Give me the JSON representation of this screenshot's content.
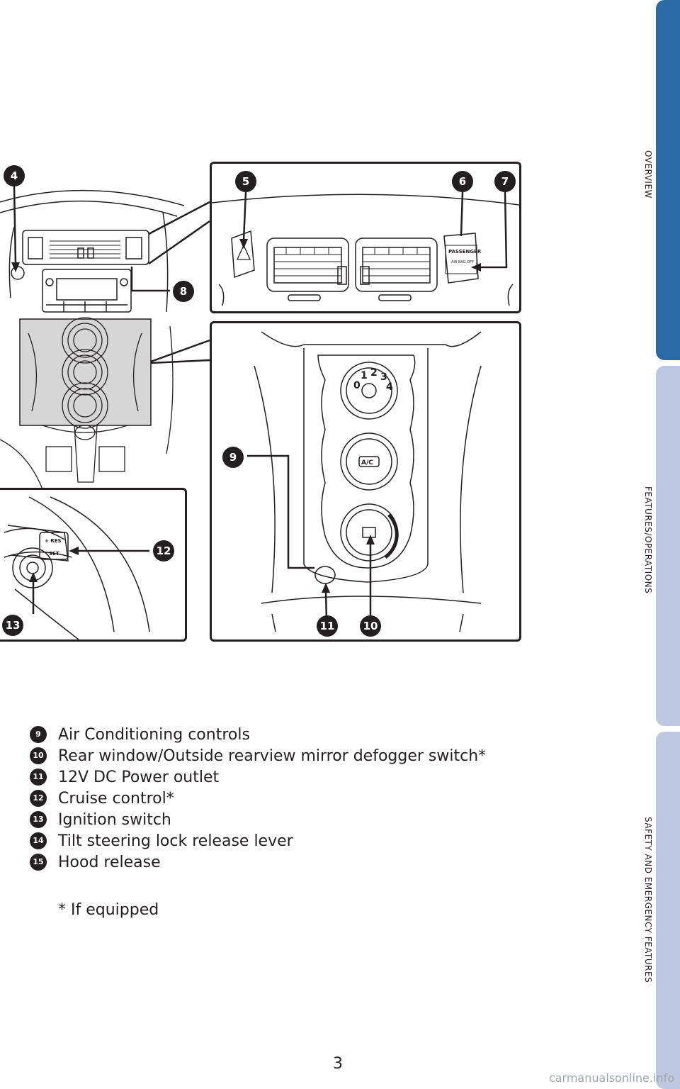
{
  "callouts": {
    "c4": "4",
    "c5": "5",
    "c6": "6",
    "c7": "7",
    "c8": "8",
    "c9": "9",
    "c10": "10",
    "c11": "11",
    "c12": "12",
    "c13": "13"
  },
  "diagram_labels": {
    "passenger": "PASSENGER",
    "airbag_off": "AIR BAG OFF",
    "ac": "A/C",
    "dial_digits": [
      "0",
      "1",
      "2",
      "3",
      "4"
    ],
    "cruise": [
      "+ RES",
      "SET"
    ]
  },
  "legend": [
    {
      "num": "9",
      "text": "Air Conditioning controls"
    },
    {
      "num": "10",
      "text": "Rear window/Outside rearview mirror defogger switch*"
    },
    {
      "num": "11",
      "text": "12V DC Power outlet"
    },
    {
      "num": "12",
      "text": "Cruise control*"
    },
    {
      "num": "13",
      "text": "Ignition switch"
    },
    {
      "num": "14",
      "text": "Tilt steering lock release lever"
    },
    {
      "num": "15",
      "text": "Hood release"
    }
  ],
  "footnote": "* If equipped",
  "page_number": "3",
  "tabs": [
    {
      "label": "OVERVIEW",
      "color": "#2a6aa8"
    },
    {
      "label": "FEATURES/OPERATIONS",
      "color": "#bfc8e3"
    },
    {
      "label": "SAFETY AND EMERGENCY FEATURES",
      "color": "#bfc8e3"
    }
  ],
  "watermark": "carmanualsonline.info"
}
